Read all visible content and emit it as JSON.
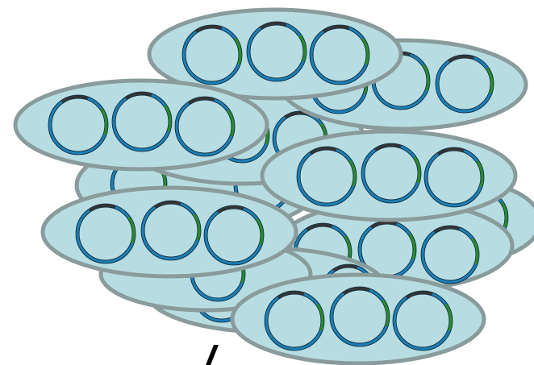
{
  "colors": {
    "background": "#ffffff",
    "cell_fill": "#b7dde2",
    "cell_stroke": "#8a9b9c",
    "plasmid_main": "#1a7fb5",
    "plasmid_inner": "#0d2b44",
    "plasmid_segment_dark": "#333333",
    "plasmid_segment_green": "#2a8a2a",
    "mark": "#000000"
  },
  "cell": {
    "plasmids_per_cell": 3,
    "layers_bottom_to_top": [
      "partial-cell",
      "partial-cell",
      "partial-cell",
      "partial-cell",
      "partial-cell",
      "partial-cell",
      "partial-cell",
      "full-cell",
      "full-cell",
      "full-cell",
      "full-cell",
      "full-cell",
      "full-cell"
    ]
  },
  "icons": {
    "cell": "ellipse-cell-icon",
    "plasmid": "plasmid-ring-icon",
    "mark": "slash-mark-icon"
  }
}
